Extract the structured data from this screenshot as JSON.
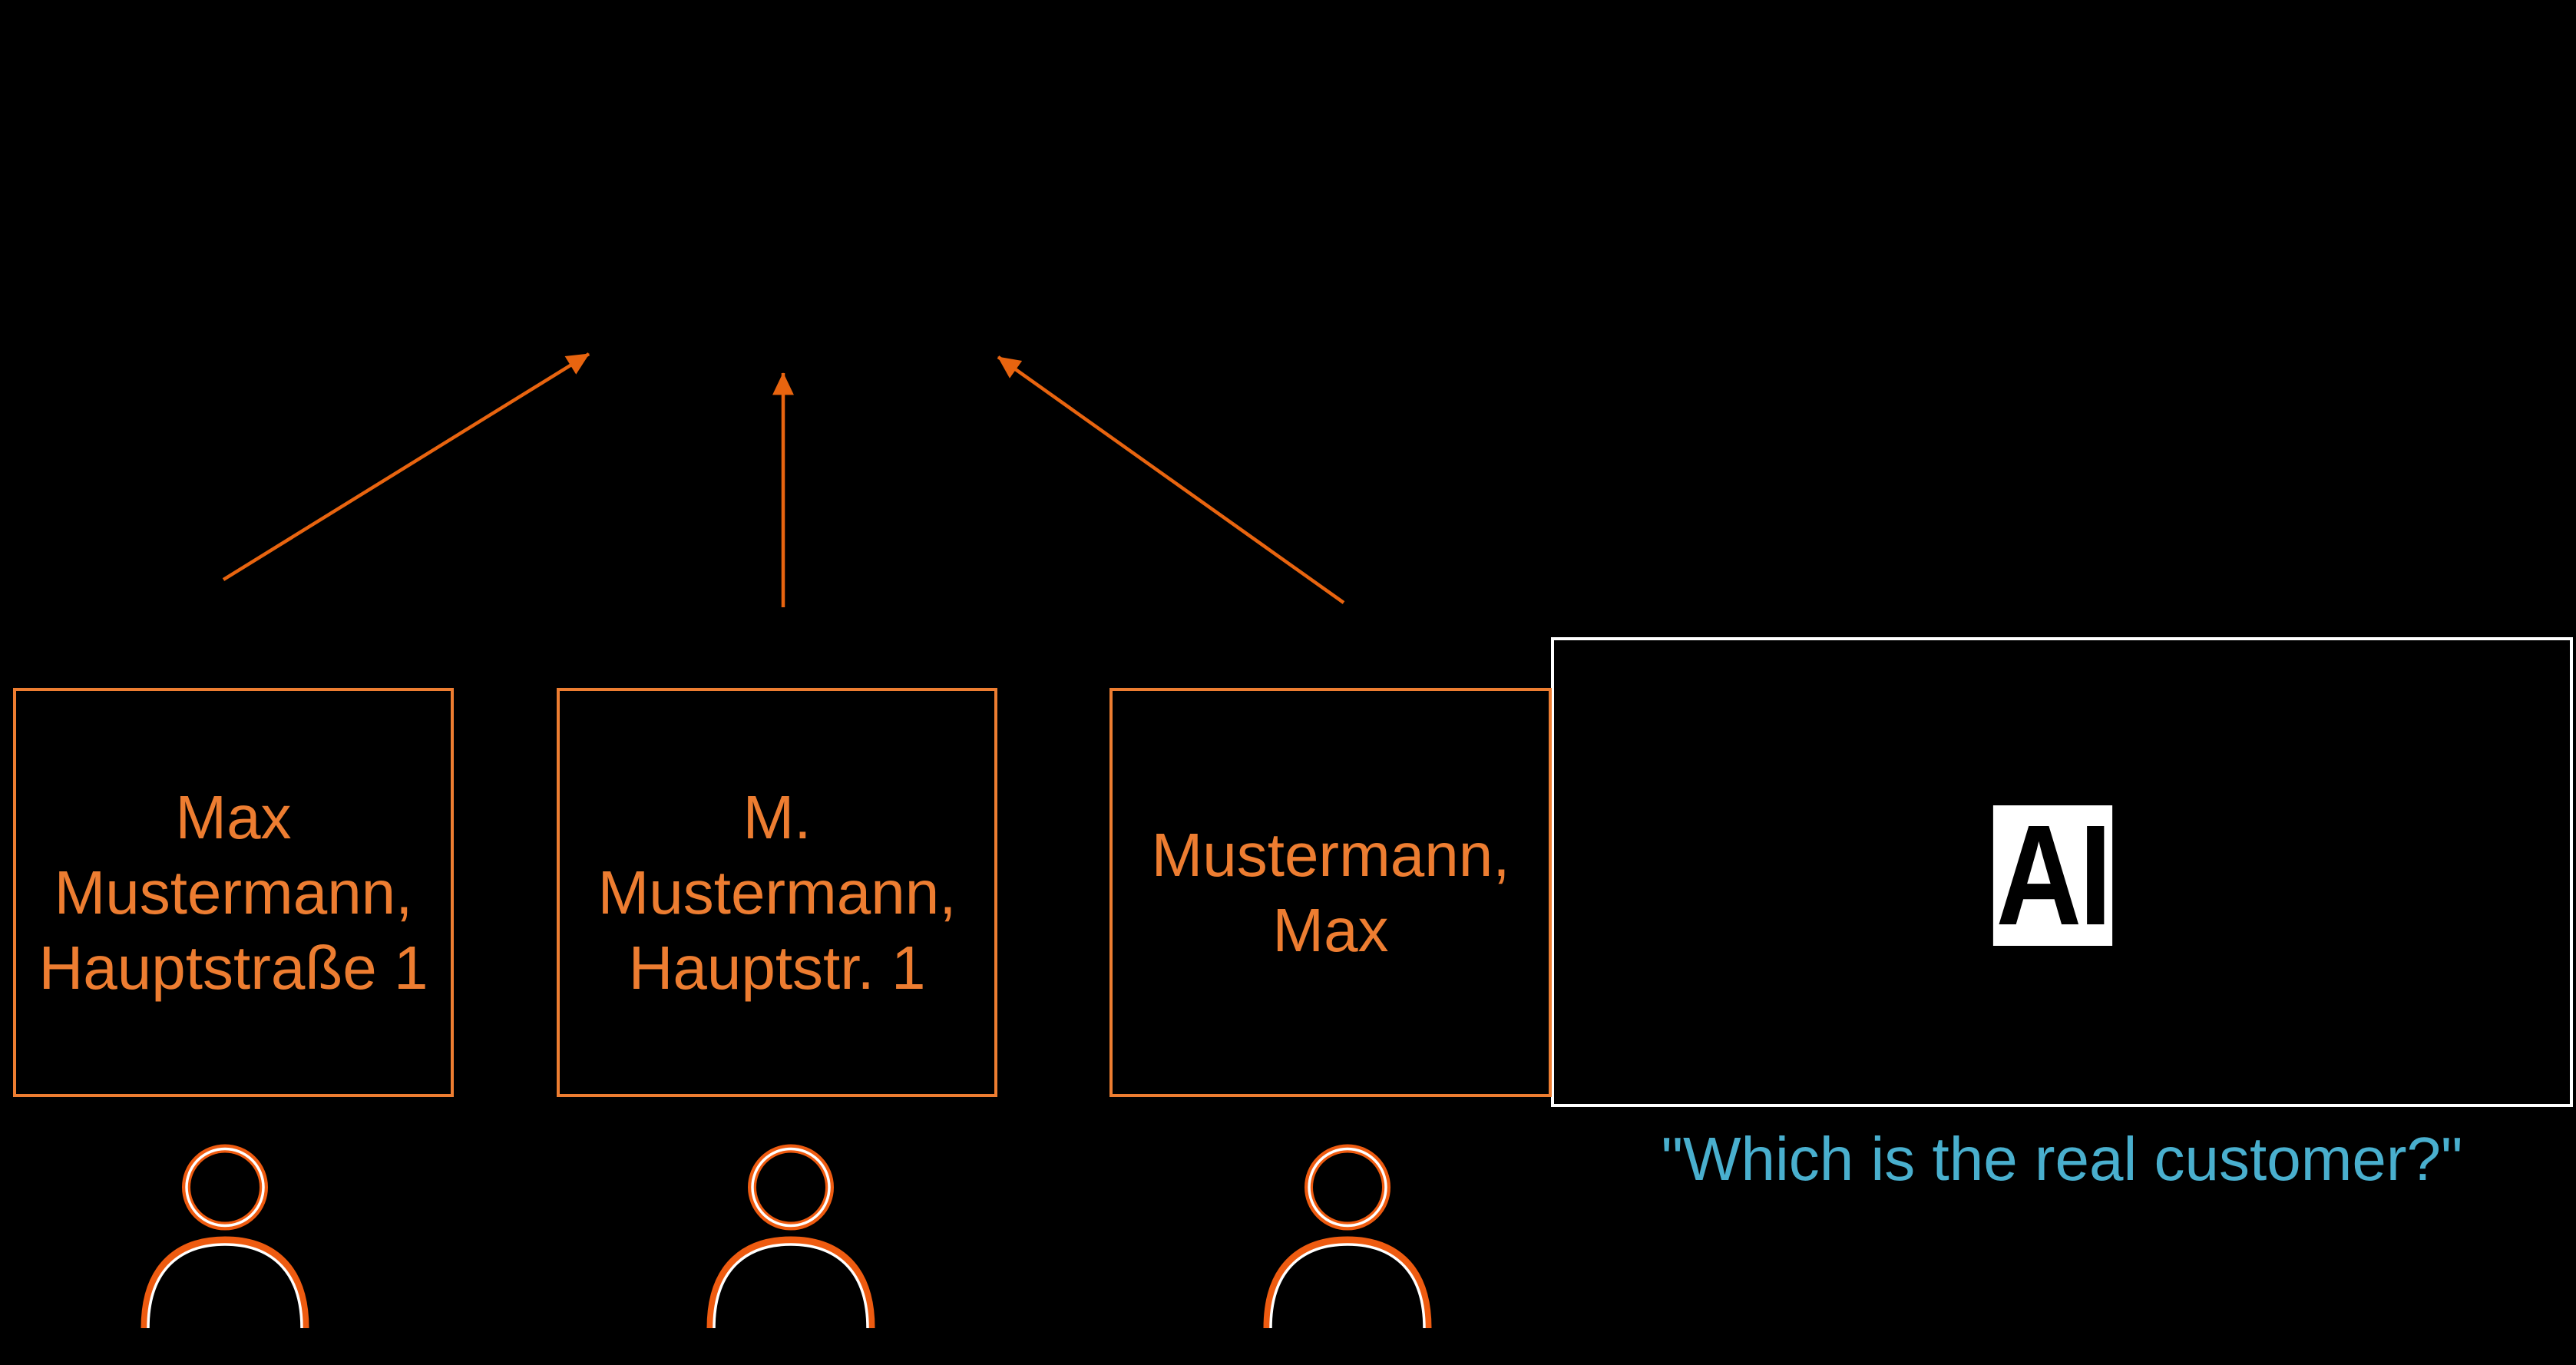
{
  "slide": {
    "background": "#000000",
    "description": "duplicate-customer-records pointing to one system, judged by AI"
  },
  "colors": {
    "accent_orange": "#ED7D31",
    "arrow_orange": "#E8640F",
    "icon_orange": "#EE5B10",
    "panel_border_white": "#FFFFFF",
    "question_cyan": "#49AFCE",
    "ai_logo_bg": "#FFFFFF",
    "ai_logo_fg": "#000000"
  },
  "variants": [
    {
      "lines": [
        "Max",
        "Mustermann,",
        "Hauptstraße 1"
      ]
    },
    {
      "lines": [
        "M.",
        "Mustermann,",
        "Hauptstr. 1"
      ]
    },
    {
      "lines": [
        "Mustermann,",
        "Max"
      ]
    }
  ],
  "ai_panel": {
    "logo_text": "AI",
    "question": "\"Which is the real customer?\""
  },
  "icons": [
    {
      "name": "person-icon",
      "shape": "outlined head circle with shoulder arch, orange with white inner line",
      "count": 3
    },
    {
      "name": "arrow-icon",
      "shape": "orange line with filled triangle head pointing up toward common point",
      "count": 3
    }
  ]
}
